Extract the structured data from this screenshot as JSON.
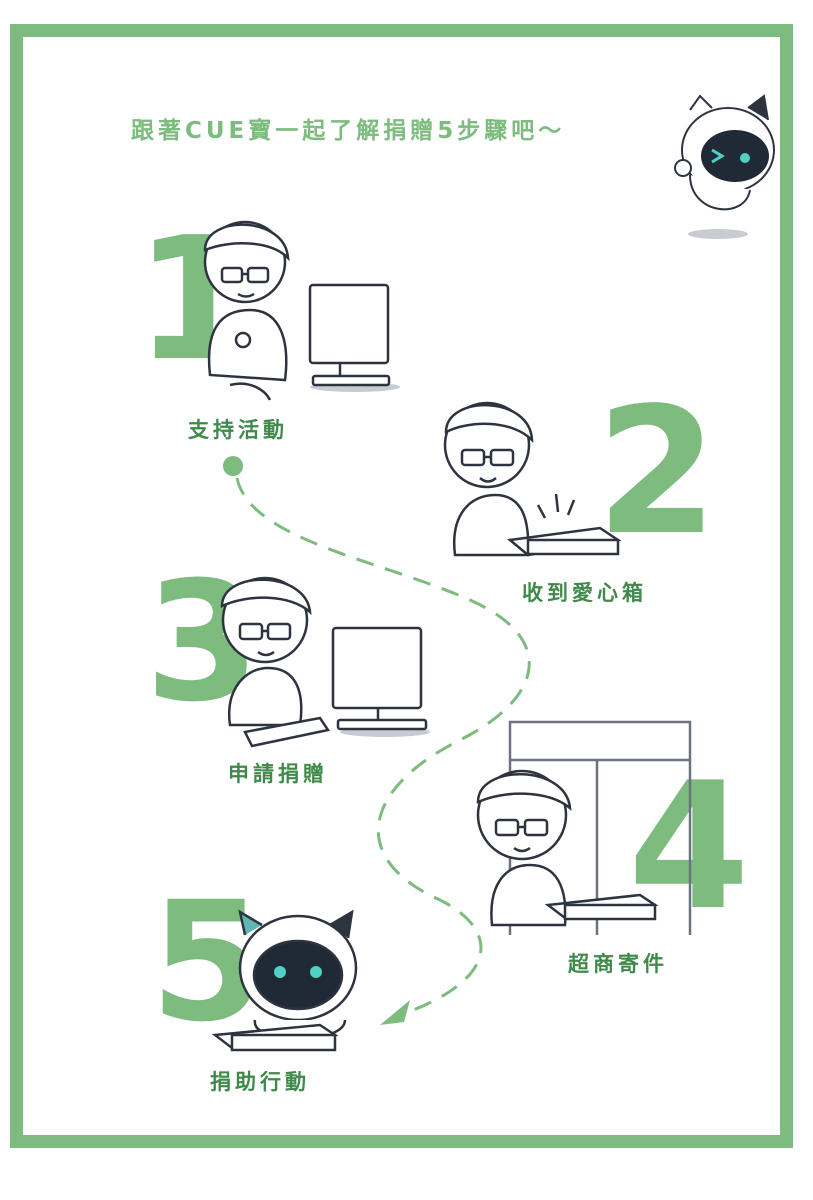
{
  "title": "跟著CUE寶一起了解捐贈5步驟吧～",
  "steps": [
    {
      "number": "1",
      "label": "支持活動"
    },
    {
      "number": "2",
      "label": "收到愛心箱"
    },
    {
      "number": "3",
      "label": "申請捐贈"
    },
    {
      "number": "4",
      "label": "超商寄件"
    },
    {
      "number": "5",
      "label": "捐助行動"
    }
  ],
  "colors": {
    "brand_green": "#7dbb7f",
    "label_green": "#3f8a4a",
    "line": "#2d3440",
    "robot_face": "#1f2a36",
    "robot_eye": "#4fd1c5"
  },
  "icons": [
    "robot-mascot-icon",
    "person-computer-icon",
    "person-box-icon",
    "person-keyboard-icon",
    "person-store-icon",
    "robot-box-icon"
  ]
}
